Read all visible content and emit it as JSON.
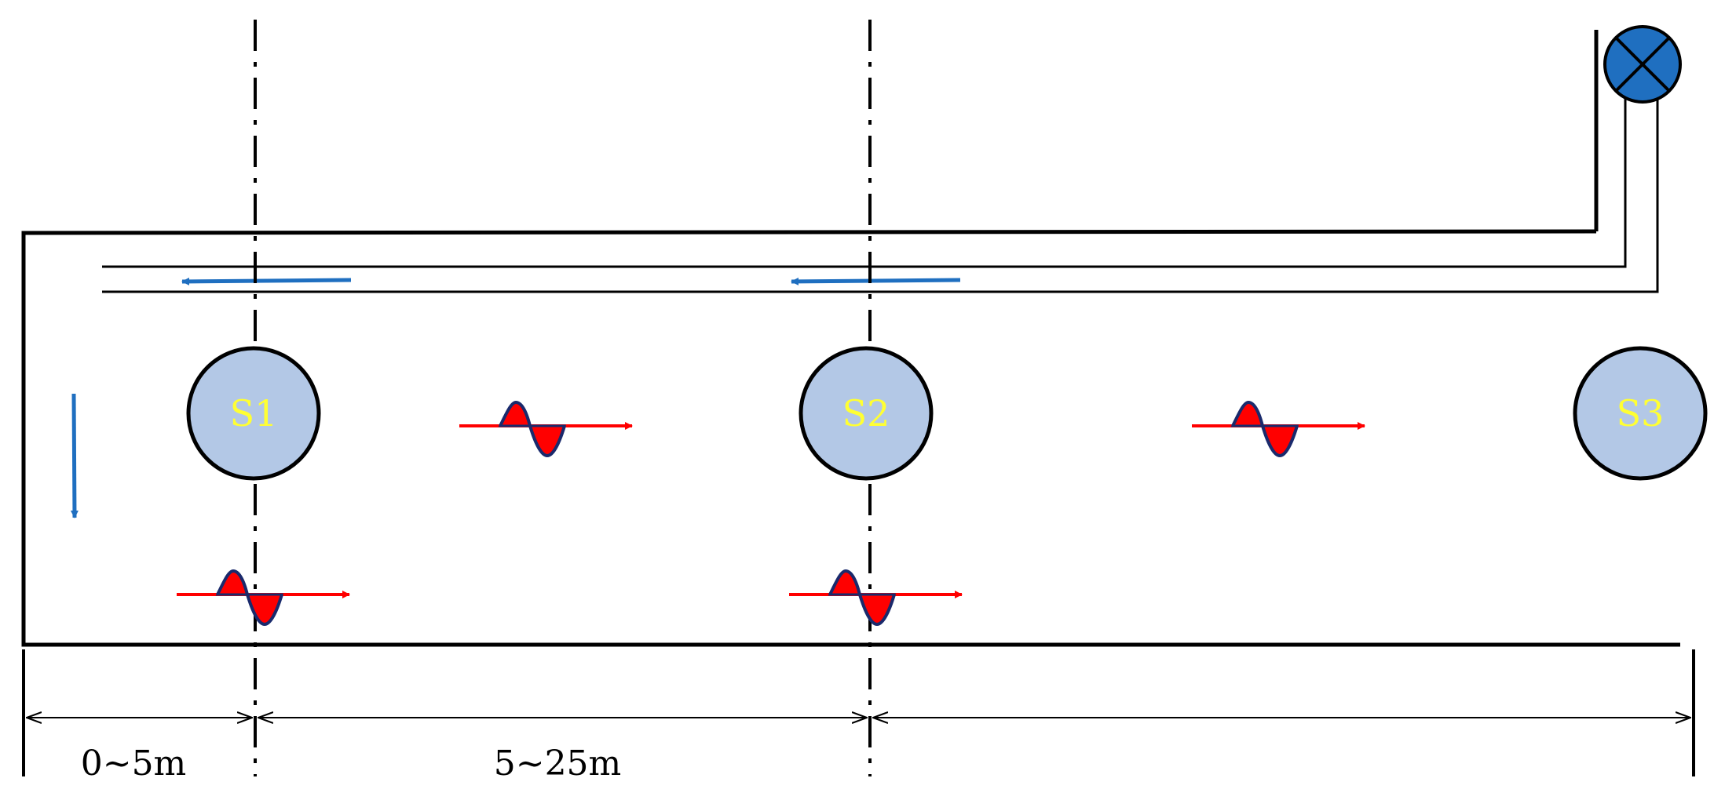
{
  "diagram": {
    "sensors": [
      {
        "label": "S1"
      },
      {
        "label": "S2"
      },
      {
        "label": "S3"
      }
    ],
    "dimensions": {
      "segment_1": "0~5m",
      "segment_2": "5~25m"
    },
    "colors": {
      "sensor_fill": "#b3c8e6",
      "sensor_label": "#ffff33",
      "wave_arrow": "#ff0000",
      "flow_arrow": "#1f6fc0",
      "source_fill": "#1f6fc0",
      "wave_fill": "#ff0000",
      "wave_outline": "#1a2a6c",
      "line": "#000000"
    },
    "icons": {
      "source": "circle-cross-icon",
      "wave": "sine-wave-icon"
    }
  }
}
